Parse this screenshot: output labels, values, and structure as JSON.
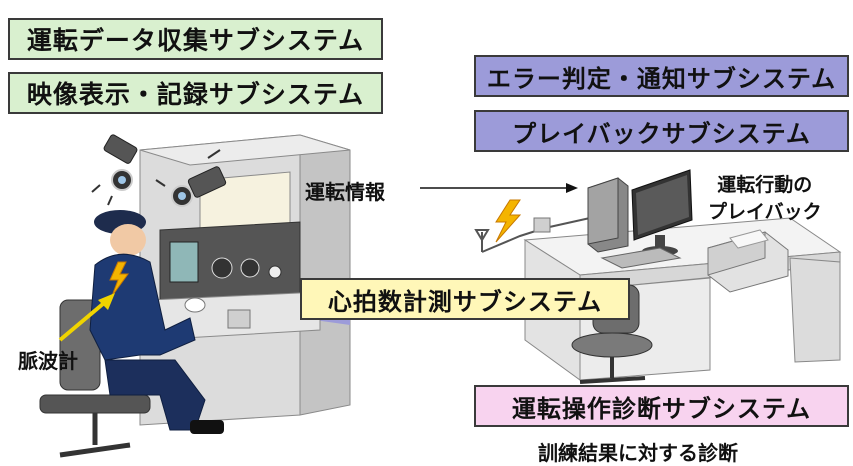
{
  "subsystems": {
    "driving_data": "運転データ収集サブシステム",
    "video": "映像表示・記録サブシステム",
    "error": "エラー判定・通知サブシステム",
    "playback": "プレイバックサブシステム",
    "heart_rate": "心拍数計測サブシステム",
    "diagnosis": "運転操作診断サブシステム"
  },
  "labels": {
    "driving_info": "運転情報",
    "playback_line1": "運転行動の",
    "playback_line2": "プレイバック",
    "pulse_meter": "脈波計",
    "diagnosis_caption": "訓練結果に対する診断"
  }
}
